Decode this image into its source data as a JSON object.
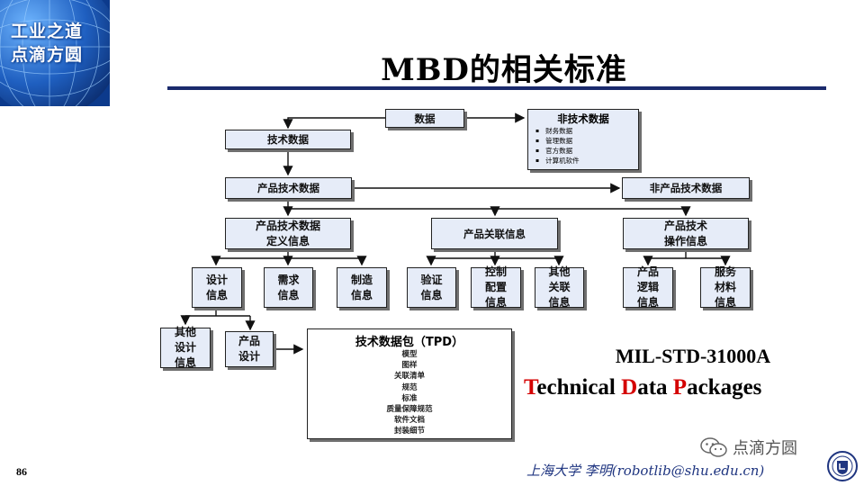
{
  "logo": {
    "line1": "工业之道",
    "line2": "点滴方圆"
  },
  "title": "MBD的相关标准",
  "boxes": {
    "shuju": "数据",
    "feijishu_header": "非技术数据",
    "feijishu_items": [
      "财务数据",
      "管理数据",
      "官方数据",
      "计算机软件"
    ],
    "jishu": "技术数据",
    "chanpin_jishu": "产品技术数据",
    "fei_chanpin": "非产品技术数据",
    "dingyi": [
      "产品技术数据",
      "定义信息"
    ],
    "guanlian": "产品关联信息",
    "caozuo": [
      "产品技术",
      "操作信息"
    ],
    "sheji": [
      "设计",
      "信息"
    ],
    "xuqiu": [
      "需求",
      "信息"
    ],
    "zhizao": [
      "制造",
      "信息"
    ],
    "yanzheng": [
      "验证",
      "信息"
    ],
    "kongzhi": [
      "控制",
      "配置",
      "信息"
    ],
    "qita_guanlian": [
      "其他",
      "关联",
      "信息"
    ],
    "luoji": [
      "产品",
      "逻辑",
      "信息"
    ],
    "fuwu": [
      "服务",
      "材料",
      "信息"
    ],
    "qita_sheji": [
      "其他",
      "设计",
      "信息"
    ],
    "chanpin_sheji": [
      "产品",
      "设计"
    ]
  },
  "tpd": {
    "header": "技术数据包（TPD）",
    "items": [
      "模型",
      "图样",
      "关联清单",
      "规范",
      "标准",
      "质量保障规范",
      "软件文档",
      "封装细节"
    ]
  },
  "standard": "MIL-STD-31000A",
  "packages": {
    "t": "T",
    "echnical": "echnical ",
    "d": "D",
    "ata": "ata  ",
    "p": "P",
    "ackages": "ackages"
  },
  "watermark": "点滴方圆",
  "page_number": "86",
  "footer": "上海大学  李明(robotlib@shu.edu.cn)",
  "colors": {
    "box_fill": "#e6ecf8",
    "rule": "#1a2a6c",
    "accent_red": "#d40000",
    "footer_blue": "#1f3580"
  }
}
